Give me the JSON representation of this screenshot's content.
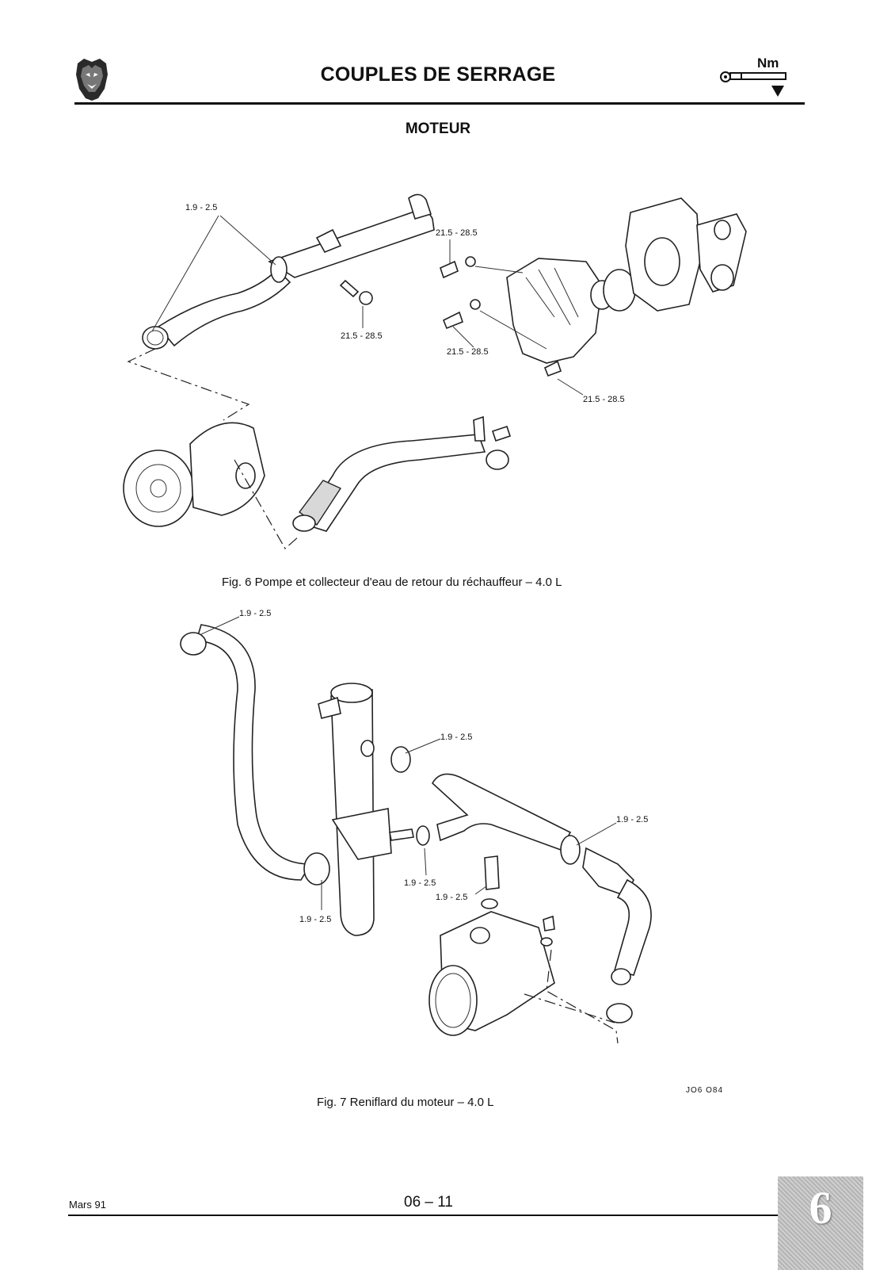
{
  "header": {
    "title": "COUPLES DE SERRAGE",
    "icon_text": "Nm",
    "logo": "jaguar-head-logo"
  },
  "section": {
    "title": "MOTEUR"
  },
  "figure6": {
    "caption": "Fig. 6 Pompe et collecteur d'eau de retour du réchauffeur – 4.0 L",
    "labels": [
      "1.9 - 2.5",
      "21.5 - 28.5",
      "21.5 - 28.5",
      "21.5 - 28.5",
      "21.5 - 28.5"
    ]
  },
  "figure7": {
    "caption": "Fig. 7 Reniflard du moteur – 4.0 L",
    "labels": [
      "1.9 - 2.5",
      "1.9 - 2.5",
      "1.9 - 2.5",
      "1.9 - 2.5",
      "1.9 - 2.5",
      "1.9 - 2.5"
    ],
    "reference": "JO6 O84"
  },
  "footer": {
    "date": "Mars 91",
    "page": "06 – 11",
    "section_tab": "6"
  }
}
